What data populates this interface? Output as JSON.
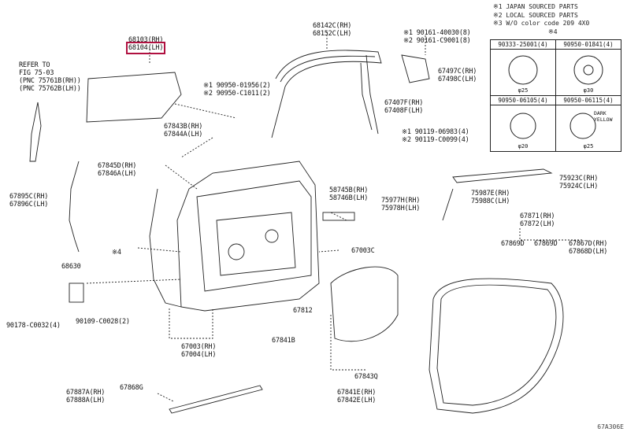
{
  "notes": {
    "n1": "※1 JAPAN SOURCED PARTS",
    "n2": "※2 LOCAL SOURCED PARTS",
    "n3": "※3 W/O color code 209 4X0",
    "n4": "※4"
  },
  "fasteners": [
    {
      "part": "90333-25001(4)",
      "dia": "φ25"
    },
    {
      "part": "90950-01841(4)",
      "dia": "φ30"
    },
    {
      "part": "90950-06105(4)",
      "dia": "φ20"
    },
    {
      "part": "90950-06115(4)",
      "dia": "φ25",
      "extra": "DARK\nYELLOW"
    }
  ],
  "labels": {
    "glass_rh": "68103(RH)",
    "glass_lh": "68104(LH)",
    "refer1": "REFER TO",
    "refer2": "FIG 75-03",
    "refer3": "(PNC 75761B(RH))",
    "refer4": "(PNC 75762B(LH))",
    "run_rh": "68142C(RH)",
    "run_lh": "68152C(LH)",
    "bolt1a": "※1 90161-40030(8)",
    "bolt1b": "※2 90161-C9001(8)",
    "trim_rh": "67497C(RH)",
    "trim_lh": "67498C(LH)",
    "clip1a": "※1 90950-01956(2)",
    "clip1b": "※2 90950-C1011(2)",
    "seal_rh": "67407F(RH)",
    "seal_lh": "67408F(LH)",
    "frame_rh": "67843B(RH)",
    "frame_lh": "67844A(LH)",
    "scr1a": "※1 90119-06983(4)",
    "scr1b": "※2 90119-C0099(4)",
    "sash_rh": "67845D(RH)",
    "sash_lh": "67846A(LH)",
    "mold_rh": "75923C(RH)",
    "mold_lh": "75924C(LH)",
    "weather_rh": "67895C(RH)",
    "weather_lh": "67896C(LH)",
    "pad_rh": "58745B(RH)",
    "pad_lh": "58746B(LH)",
    "outer_rh": "75977H(RH)",
    "outer_lh": "75978H(LH)",
    "belt_rh": "75987E(RH)",
    "belt_lh": "75988C(LH)",
    "ws_rh": "67871(RH)",
    "ws_lh": "67872(LH)",
    "hinge": "68630",
    "star4": "※4",
    "clip_a": "67869D",
    "clip_b": "67869D",
    "weather2_rh": "67867D(RH)",
    "weather2_lh": "67868D(LH)",
    "clip_c": "67003C",
    "panel_rh": "67003(RH)",
    "panel_lh": "67004(LH)",
    "bolt_left": "90178-C0032(4)",
    "bolt_mid": "90109-C0028(2)",
    "pclip": "67812",
    "gclip": "67841B",
    "service": "67843Q",
    "hole_rh": "67841E(RH)",
    "hole_lh": "67842E(LH)",
    "strip_rh": "67887A(RH)",
    "strip_lh": "67888A(LH)",
    "clip_g": "67868G",
    "code": "67A306E"
  }
}
